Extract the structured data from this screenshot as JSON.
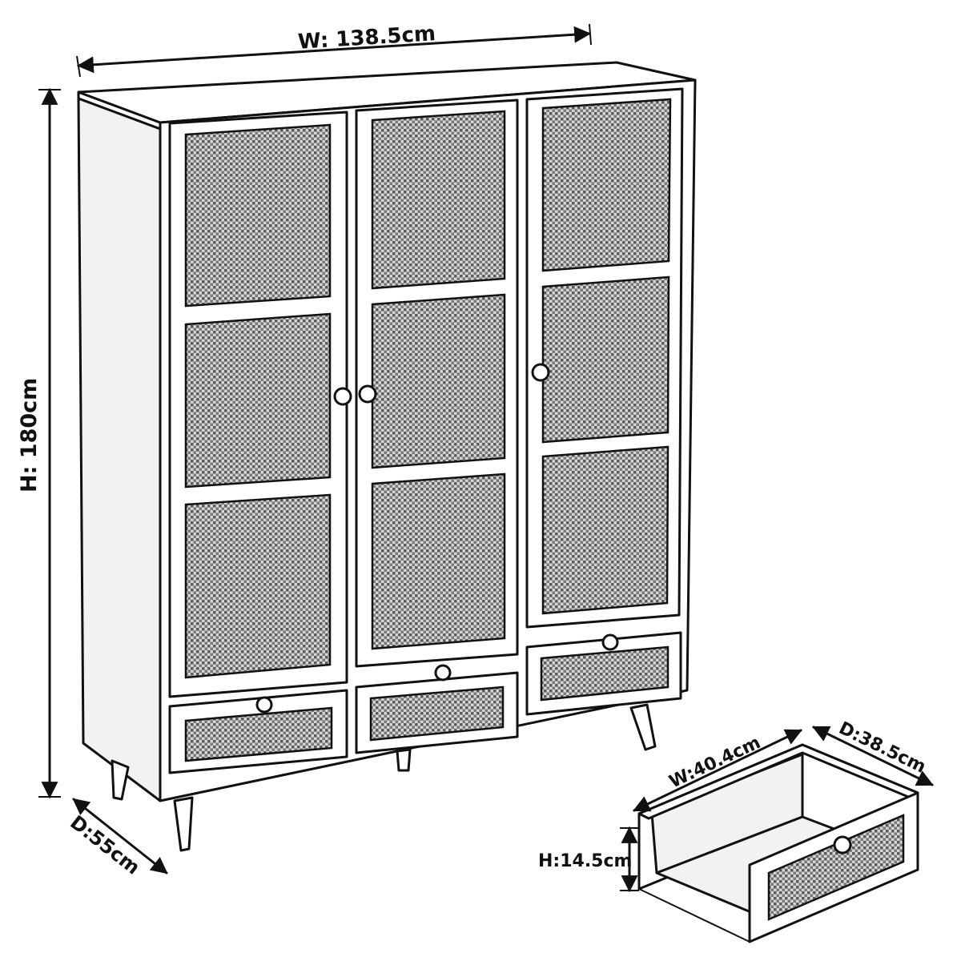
{
  "dimensions": {
    "width": "W: 138.5cm",
    "height": "H: 180cm",
    "depth": "D:55cm",
    "drawer_width": "W:40.4cm",
    "drawer_depth": "D:38.5cm",
    "drawer_height": "H:14.5cm"
  },
  "colors": {
    "line": "#111111",
    "panel": "#f2f2f2",
    "background": "#ffffff"
  }
}
